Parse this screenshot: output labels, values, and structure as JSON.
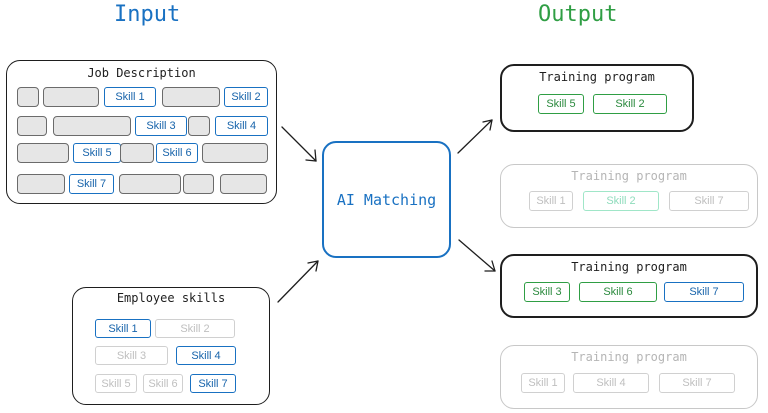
{
  "headings": {
    "input": "Input",
    "output": "Output"
  },
  "colors": {
    "input_heading": "#1971c2",
    "output_heading": "#2f9e44"
  },
  "job_description": {
    "title": "Job Description",
    "skills": [
      "Skill 1",
      "Skill 2",
      "Skill 3",
      "Skill 4",
      "Skill 5",
      "Skill 6",
      "Skill 7"
    ]
  },
  "employee_skills": {
    "title": "Employee skills",
    "skills": [
      {
        "label": "Skill 1",
        "has": true
      },
      {
        "label": "Skill 2",
        "has": false
      },
      {
        "label": "Skill 3",
        "has": false
      },
      {
        "label": "Skill 4",
        "has": true
      },
      {
        "label": "Skill 5",
        "has": false
      },
      {
        "label": "Skill 6",
        "has": false
      },
      {
        "label": "Skill 7",
        "has": true
      }
    ]
  },
  "ai_matching": {
    "label": "AI Matching"
  },
  "outputs": [
    {
      "title": "Training program",
      "active": true,
      "skills": [
        "Skill 5",
        "Skill 2"
      ]
    },
    {
      "title": "Training program",
      "active": false,
      "skills": [
        "Skill 1",
        "Skill 2",
        "Skill 7"
      ]
    },
    {
      "title": "Training program",
      "active": true,
      "skills": [
        "Skill 3",
        "Skill 6",
        "Skill 7"
      ]
    },
    {
      "title": "Training program",
      "active": false,
      "skills": [
        "Skill 1",
        "Skill 4",
        "Skill 7"
      ]
    }
  ]
}
